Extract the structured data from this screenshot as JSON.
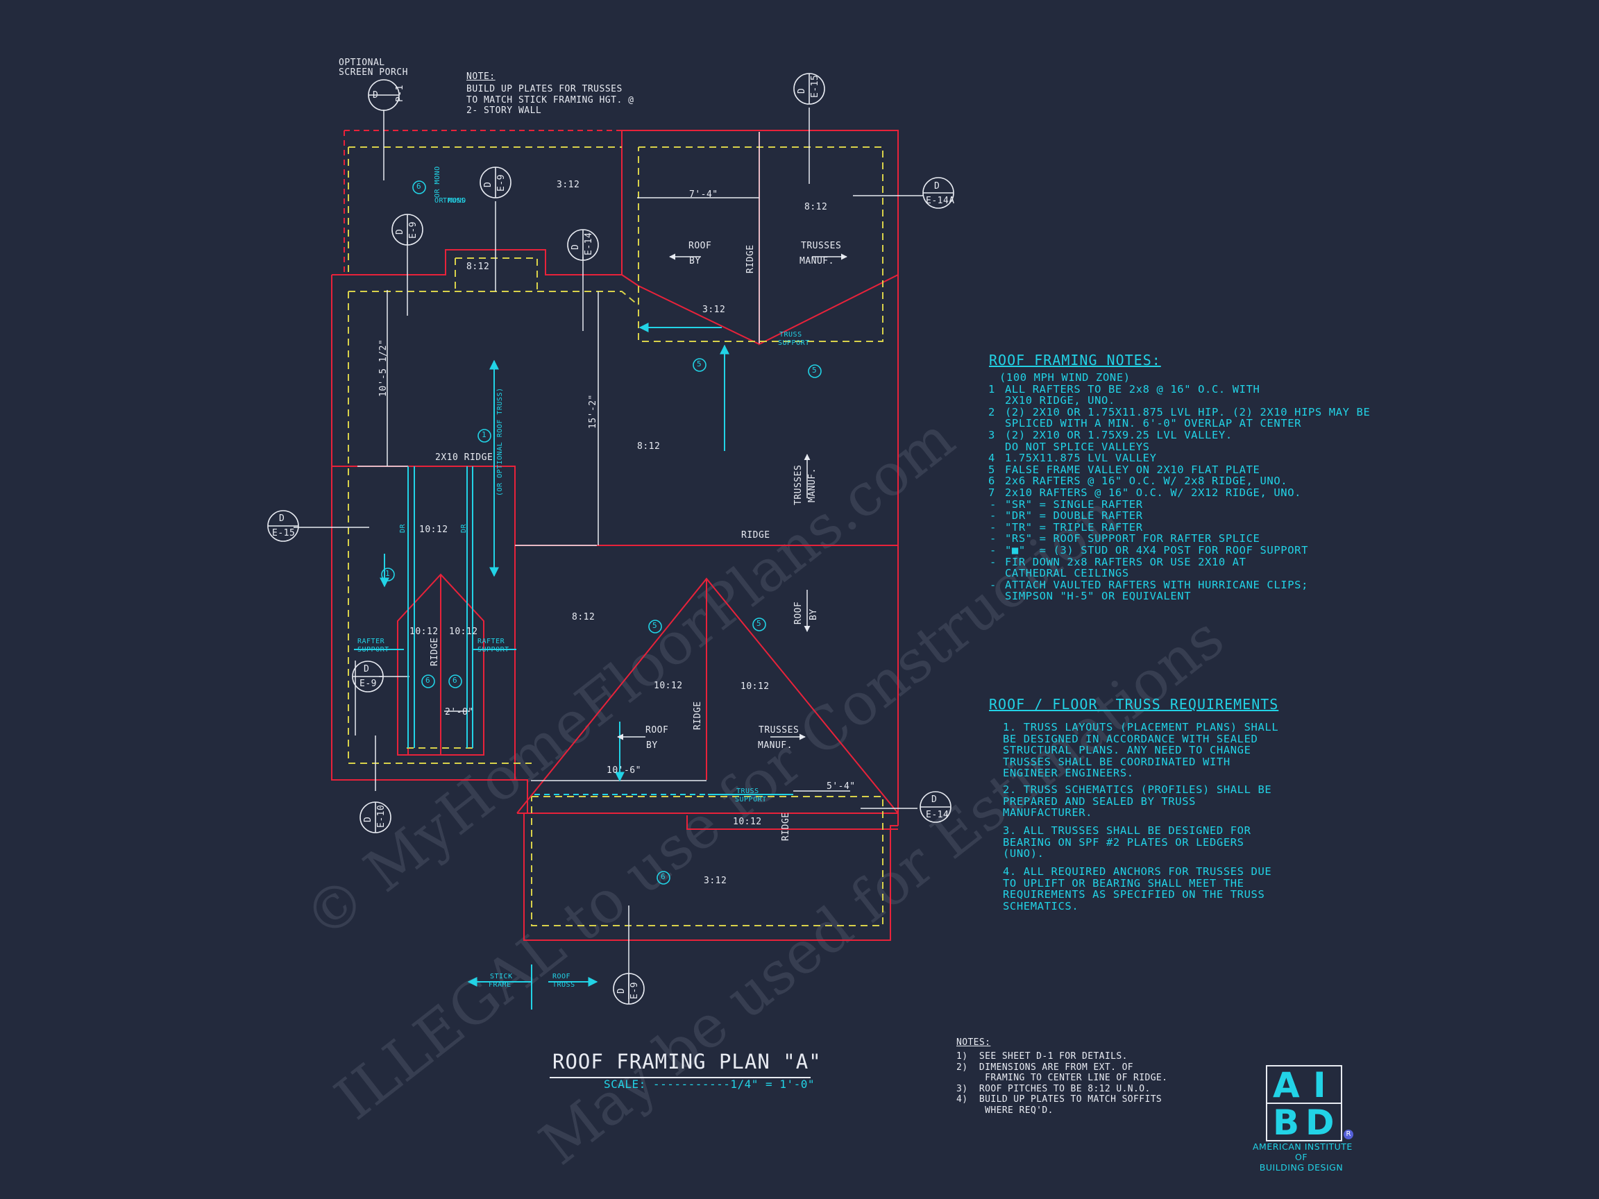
{
  "colors": {
    "background": "#232a3d",
    "wall": "#e8223a",
    "dashed": "#d9d24a",
    "cyan": "#22d3e6",
    "line": "#e8ebf2"
  },
  "top_labels": {
    "optional_porch": [
      "OPTIONAL",
      "SCREEN PORCH"
    ],
    "note_title": "NOTE:",
    "note_lines": [
      "BUILD UP PLATES FOR TRUSSES",
      "TO MATCH STICK FRAMING HGT. @",
      "2- STORY WALL"
    ]
  },
  "section_markers": [
    {
      "id": "d-p1",
      "top": "D",
      "bottom": "P-1"
    },
    {
      "id": "d-e9-a",
      "top": "D",
      "bottom": "E-9"
    },
    {
      "id": "d-e9-b",
      "top": "D",
      "bottom": "E-9"
    },
    {
      "id": "d-e14-a",
      "top": "D",
      "bottom": "E-14"
    },
    {
      "id": "d-e15-top",
      "top": "D",
      "bottom": "E-15"
    },
    {
      "id": "d-e14a",
      "top": "D",
      "bottom": "E-14A"
    },
    {
      "id": "d-e15-left",
      "top": "D",
      "bottom": "E-15"
    },
    {
      "id": "d-e9-c",
      "top": "D",
      "bottom": "E-9"
    },
    {
      "id": "d-e10",
      "top": "D",
      "bottom": "E-10"
    },
    {
      "id": "d-e14-b",
      "top": "D",
      "bottom": "E-14"
    },
    {
      "id": "d-e9-d",
      "top": "D",
      "bottom": "E-9"
    }
  ],
  "plan_labels": {
    "pitch_3_12": "3:12",
    "pitch_8_12": "8:12",
    "pitch_10_12": "10:12",
    "or_mono_truss": [
      "OR MONO",
      "TRUSS"
    ],
    "roof_by": [
      "ROOF",
      "BY"
    ],
    "trusses_manuf": [
      "TRUSSES",
      "MANUF."
    ],
    "ridge": "RIDGE",
    "ridge_2x10": "2X10 RIDGE",
    "truss_support": [
      "TRUSS",
      "SUPPORT"
    ],
    "rafter_support": [
      "RAFTER",
      "SUPPORT"
    ],
    "dr": "DR",
    "optional_roof_truss": "(OR OPTIONAL ROOF TRUSS)",
    "dim_7_4": "7'-4\"",
    "dim_10_5": "10'-5 1/2\"",
    "dim_15_2": "15'-2\"",
    "dim_2_0": "2'-0\"",
    "dim_10_6": "10'-6\"",
    "dim_5_4": "5'-4\"",
    "stick_frame": [
      "STICK",
      "FRAME"
    ],
    "roof_truss": [
      "ROOF",
      "TRUSS"
    ]
  },
  "circled_numbers": {
    "one": "1",
    "five": "5",
    "six": "6"
  },
  "roof_framing_notes": {
    "title": "ROOF FRAMING NOTES:",
    "lines": [
      "(100 MPH WIND ZONE)",
      "ALL RAFTERS TO BE 2x8 @ 16\" O.C. WITH",
      "2X10 RIDGE, UNO.",
      "(2) 2X10 OR 1.75X11.875 LVL HIP. (2) 2X10 HIPS MAY BE",
      "SPLICED WITH A MIN. 6'-0\" OVERLAP AT CENTER",
      "(2) 2X10 OR 1.75X9.25 LVL VALLEY.",
      "DO NOT SPLICE VALLEYS",
      "1.75X11.875 LVL VALLEY",
      "FALSE FRAME VALLEY ON 2X10 FLAT PLATE",
      "2x6 RAFTERS @ 16\" O.C. W/ 2x8 RIDGE, UNO.",
      "2x10 RAFTERS @ 16\" O.C. W/ 2X12 RIDGE, UNO.",
      "\"SR\" = SINGLE RAFTER",
      "\"DR\" = DOUBLE RAFTER",
      "\"TR\" = TRIPLE RAFTER",
      "\"RS\" = ROOF SUPPORT FOR RAFTER SPLICE",
      "\"■\"  = (3) STUD OR 4X4 POST FOR ROOF SUPPORT",
      "FIR DOWN 2x8 RAFTERS OR USE 2X10 AT",
      "CATHEDRAL CEILINGS",
      "ATTACH VAULTED RAFTERS WITH HURRICANE CLIPS;",
      "SIMPSON \"H-5\" OR EQUIVALENT"
    ],
    "markers": [
      "1",
      "2",
      "3",
      "4",
      "5",
      "6",
      "7",
      "-",
      "-",
      "-",
      "-",
      "-",
      "-",
      "-"
    ]
  },
  "truss_requirements": {
    "title": "ROOF / FLOOR  TRUSS REQUIREMENTS",
    "lines": [
      "1. TRUSS LAYOUTS (PLACEMENT PLANS) SHALL",
      "BE DESIGNED IN ACCORDANCE WITH SEALED",
      "STRUCTURAL PLANS. ANY NEED TO CHANGE",
      "TRUSSES SHALL BE COORDINATED WITH",
      "ENGINEER ENGINEERS.",
      "2. TRUSS SCHEMATICS (PROFILES) SHALL BE",
      "PREPARED AND SEALED BY TRUSS",
      "MANUFACTURER.",
      "3. ALL TRUSSES SHALL BE DESIGNED FOR",
      "BEARING ON SPF #2 PLATES OR LEDGERS",
      "(UNO).",
      "4. ALL REQUIRED ANCHORS FOR TRUSSES DUE",
      "TO UPLIFT OR BEARING SHALL MEET THE",
      "REQUIREMENTS AS SPECIFIED ON THE TRUSS",
      "SCHEMATICS."
    ]
  },
  "title_block": {
    "title": "ROOF FRAMING PLAN \"A\"",
    "scale": "SCALE: -----------1/4\" = 1'-0\""
  },
  "bottom_notes": {
    "title": "NOTES:",
    "lines": [
      "1)  SEE SHEET D-1 FOR DETAILS.",
      "2)  DIMENSIONS ARE FROM EXT. OF",
      "     FRAMING TO CENTER LINE OF RIDGE.",
      "3)  ROOF PITCHES TO BE 8:12 U.N.O.",
      "4)  BUILD UP PLATES TO MATCH SOFFITS",
      "     WHERE REQ'D."
    ]
  },
  "logo": {
    "letters": [
      "A",
      "I",
      "B",
      "D"
    ],
    "registered": "R",
    "caption": [
      "AMERICAN INSTITUTE",
      "OF",
      "BUILDING DESIGN"
    ]
  },
  "watermarks": [
    "© MyHomeFloorPlans.com",
    "ILLEGAL to use for Construction",
    "May be used for Estimations"
  ]
}
